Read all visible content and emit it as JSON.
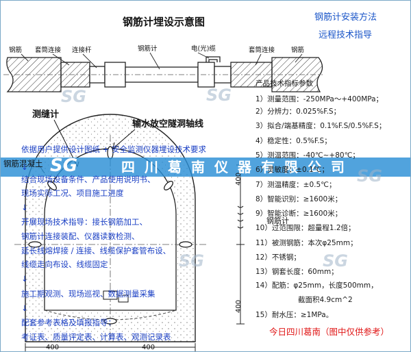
{
  "figure": {
    "title": "钢筋计埋设示意图",
    "rebar_labels": {
      "rebar_left": "钢筋",
      "sleeve_left": "套筒连接",
      "connecting_rod": "连接杆",
      "rebar_meter": "钢筋计",
      "cable": "电(光)缆",
      "sleeve_right": "套筒连接",
      "rebar_right": "钢筋"
    },
    "section_labels": {
      "joint_meter": "测缝计",
      "tunnel_axis": "输水放空隧洞轴线",
      "rebar_concrete": "钢筋混凝土",
      "rebar_meter_right": "钢筋计"
    },
    "dimensions": {
      "dim_400_bottom_left": "400",
      "dim_400_bottom_right": "400",
      "dim_400_right_upper": "400",
      "dim_400_right_lower": "400"
    }
  },
  "banner": {
    "logo": "SG",
    "company": "四川葛南仪器有限公司"
  },
  "watermarks": [
    "SG",
    "SG",
    "SG",
    "SG",
    "SG"
  ],
  "side_title": {
    "line1": "钢筋计安装方法",
    "line2": "远程技术指导"
  },
  "specs": {
    "heading": "产品技术指标参数",
    "items": [
      "1）测量范围：-250MPa～+400MPa；",
      "2）分辨力：0.025%F.S；",
      "3）拟合/端基精度：0.1%F.S/0.5%F.S；",
      "4）稳定性：0.5%F.S；",
      "5）测温范围：-40℃~+80℃；",
      "6）灵敏度：±0.1℃；",
      "7）测温精度：±0.5℃；",
      "8）智能识别：≥1600米；",
      "9）智能诊断：≥1600米；",
      "10）过范围限：超量程1.2倍；",
      "11）被测钢筋：本次φ25mm；",
      "12）不锈钢；",
      "13）钢套长度：60mm；",
      "14）配筋：φ25mm，长度500mm，",
      "截面积4.9cm^2",
      "15）耐水压：≥1MPa。"
    ]
  },
  "process": {
    "steps": [
      "依据用户提供设计图纸 + 安全监测仪器埋设技术要求",
      "↓",
      "结合现场设备条件、产品使用说明书、",
      "现场实际工况、项目施工进度",
      "↓",
      "开展现场技术指导：接长钢筋加工、",
      "钢筋计连接装配、仪器读数检测、",
      "延长线熔焊接 / 连接、线缆保护套管布设、",
      "线缆走向布设、线缆固定",
      "↓",
      "施工期观测、现场巡视、数据测量采集",
      "↓",
      "配套参考表格及填报指导：",
      "考证表、质量评定表、计算表、观测记录表"
    ]
  },
  "footer_note": "今日四川葛南（图中仅供参考）",
  "colors": {
    "process_text": "#1a3fc4",
    "footer_note": "#e01515",
    "banner": "#2b8fd6"
  }
}
